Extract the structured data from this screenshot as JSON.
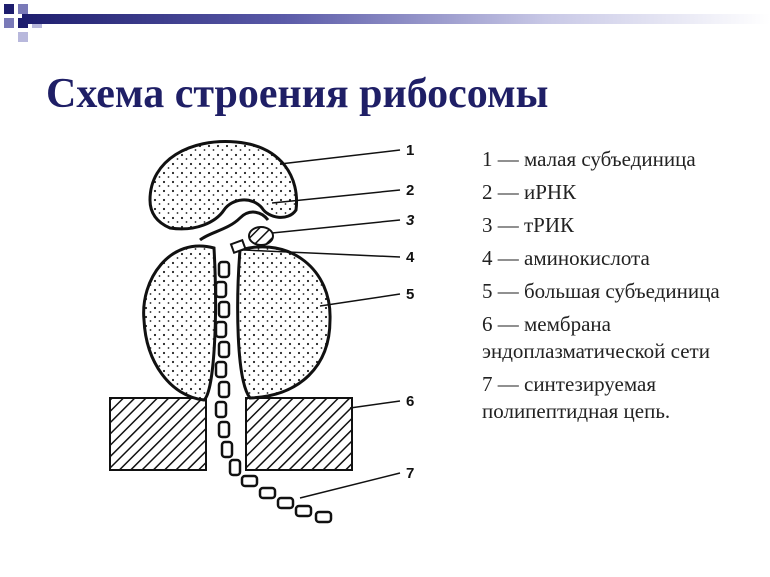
{
  "title": "Схема строения рибосомы",
  "colors": {
    "title": "#1f1f66",
    "bar_dark": "#1e1e6e",
    "bar_light": "#c8c8e6"
  },
  "diagram": {
    "callout_numbers": [
      "1",
      "2",
      "3",
      "4",
      "5",
      "6",
      "7"
    ]
  },
  "legend": [
    "1 — малая субъединица",
    "2 — иРНК",
    "3 — тРИК",
    "4 — аминокислота",
    "5 — большая субъединица",
    "6 — мембрана эндоплазматической сети",
    "7 — синтезируемая полипептидная цепь."
  ]
}
